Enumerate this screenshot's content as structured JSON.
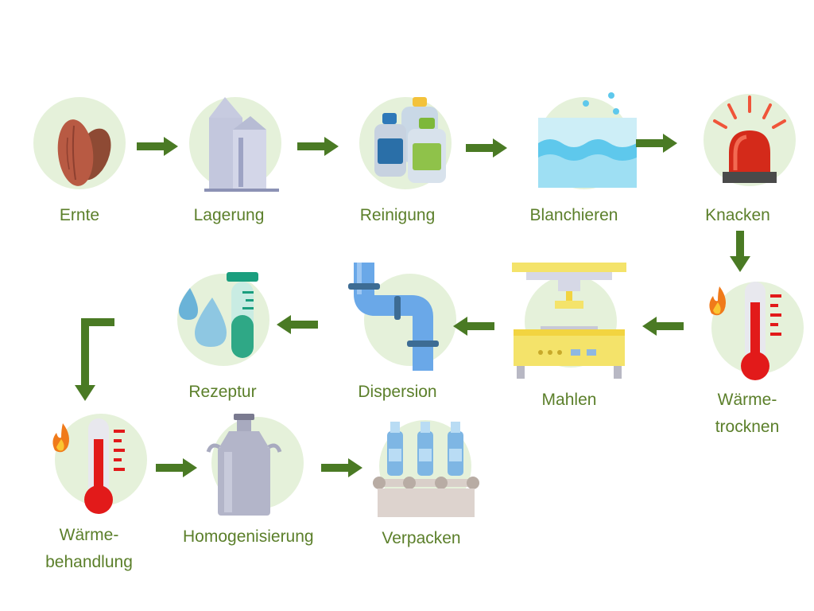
{
  "colors": {
    "label": "#5b7f2a",
    "arrow": "#4a7a24",
    "circle": "#e5f1da"
  },
  "steps": [
    {
      "label": "Ernte",
      "icon": "almond-icon"
    },
    {
      "label": "Lagerung",
      "icon": "silo-icon"
    },
    {
      "label": "Reinigung",
      "icon": "cleaning-bottles-icon"
    },
    {
      "label": "Blanchieren",
      "icon": "water-bath-icon"
    },
    {
      "label": "Knacken",
      "icon": "alarm-light-icon"
    },
    {
      "label": "Wärme-\ntrocknen",
      "icon": "thermometer-flame-icon"
    },
    {
      "label": "Mahlen",
      "icon": "grinding-machine-icon"
    },
    {
      "label": "Dispersion",
      "icon": "pipe-icon"
    },
    {
      "label": "Rezeptur",
      "icon": "droplets-test-tube-icon"
    },
    {
      "label": "Wärme-\nbehandlung",
      "icon": "thermometer-flame-icon"
    },
    {
      "label": "Homogenisierung",
      "icon": "milk-can-icon"
    },
    {
      "label": "Verpacken",
      "icon": "bottle-conveyor-icon"
    }
  ]
}
